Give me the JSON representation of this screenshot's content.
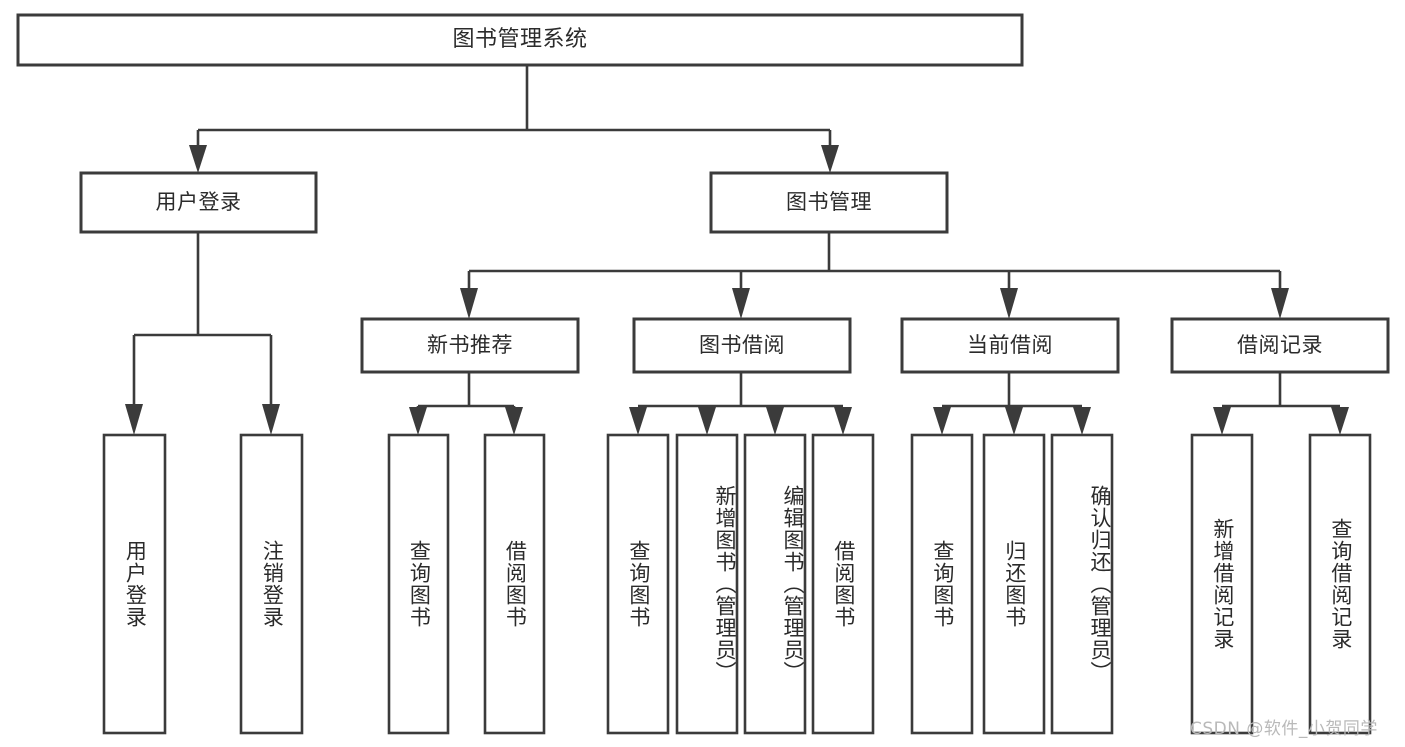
{
  "diagram": {
    "type": "tree-hierarchy",
    "title": "图书管理系统",
    "watermark": "CSDN @软件_小贺同学",
    "colors": {
      "stroke": "#3b3b3b",
      "fill": "#ffffff",
      "text": "#2b2b2b",
      "watermark": "#b9b9b9"
    },
    "levels": {
      "root": {
        "label": "图书管理系统"
      },
      "level2": [
        {
          "label": "用户登录"
        },
        {
          "label": "图书管理"
        }
      ],
      "level3": [
        {
          "label": "新书推荐"
        },
        {
          "label": "图书借阅"
        },
        {
          "label": "当前借阅"
        },
        {
          "label": "借阅记录"
        }
      ],
      "leaves": {
        "user_login": [
          {
            "label": "用户登录"
          },
          {
            "label": "注销登录"
          }
        ],
        "new_book_recommend": [
          {
            "label": "查询图书"
          },
          {
            "label": "借阅图书"
          }
        ],
        "book_borrow": [
          {
            "label": "查询图书"
          },
          {
            "label": "新增图书（管理员）"
          },
          {
            "label": "编辑图书（管理员）"
          },
          {
            "label": "借阅图书"
          }
        ],
        "current_borrow": [
          {
            "label": "查询图书"
          },
          {
            "label": "归还图书"
          },
          {
            "label": "确认归还（管理员）"
          }
        ],
        "borrow_record": [
          {
            "label": "新增借阅记录"
          },
          {
            "label": "查询借阅记录"
          }
        ]
      }
    }
  }
}
